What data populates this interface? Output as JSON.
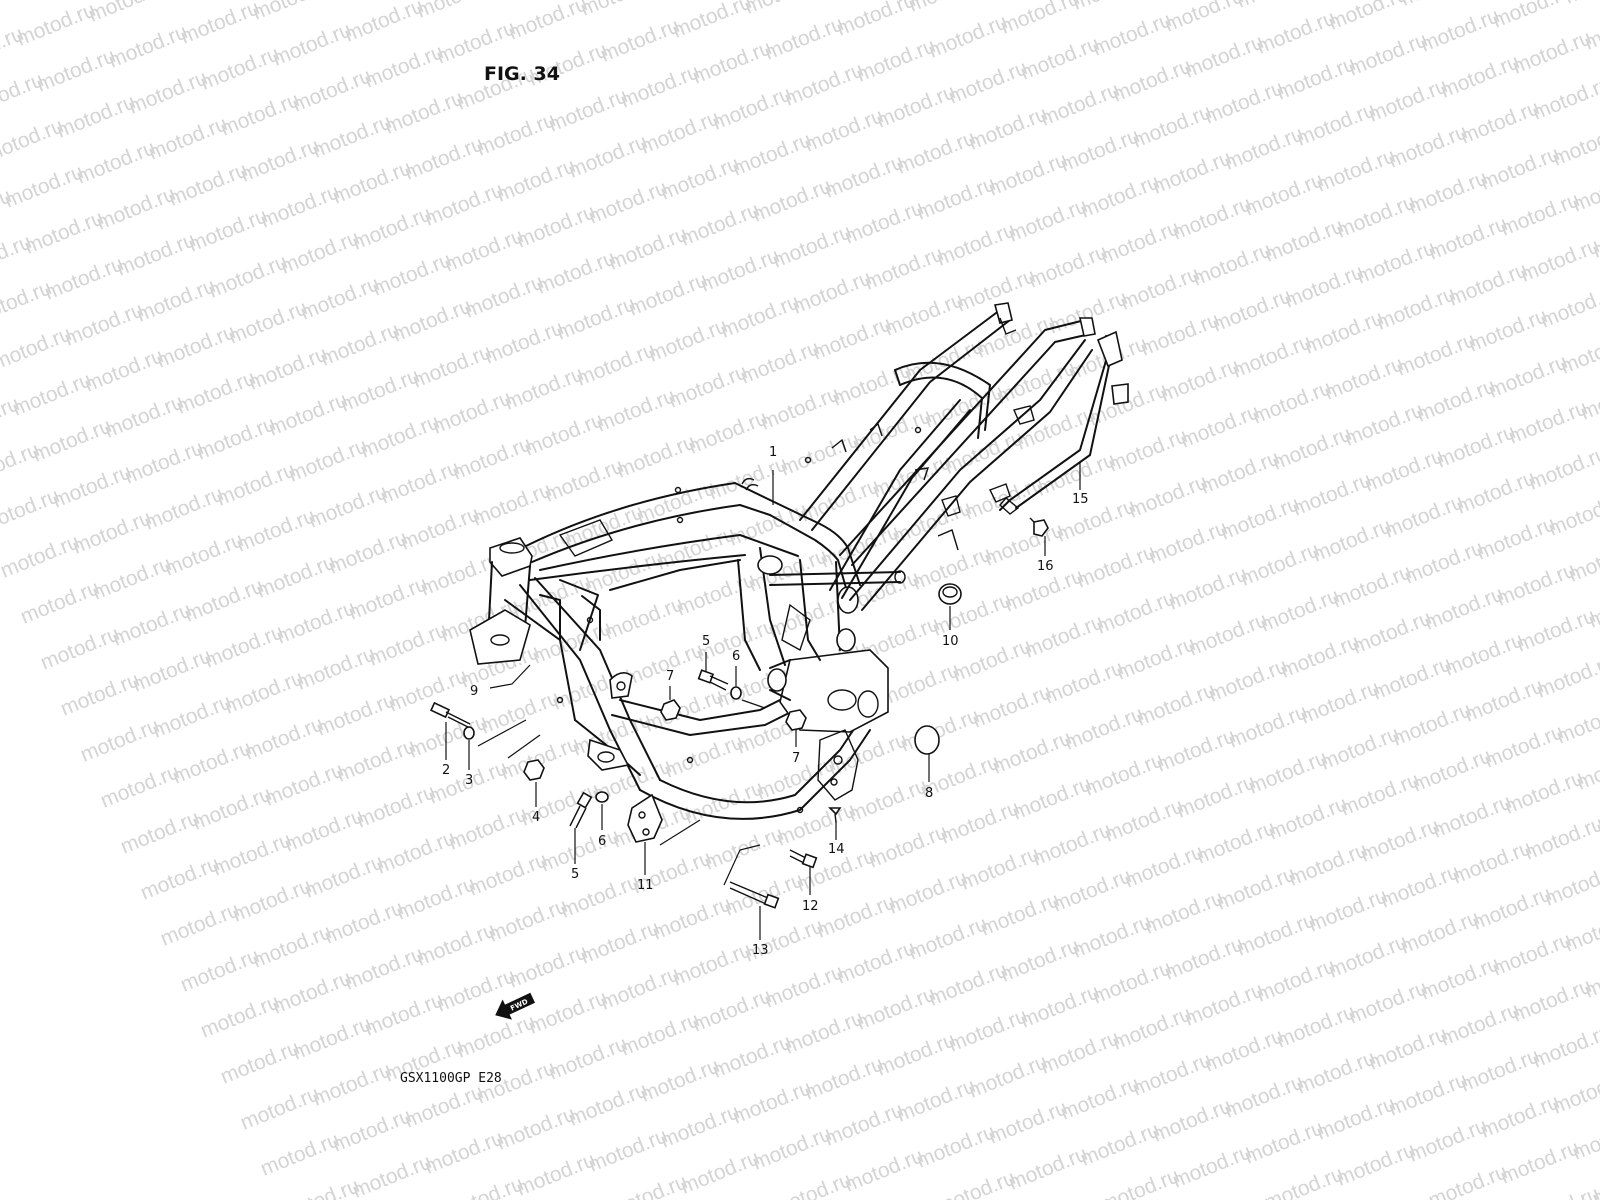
{
  "title": "FIG. 34",
  "model_code": "GSX1100GP  E28",
  "watermark": "motod.ru",
  "forward_label": "FWD",
  "callouts": [
    {
      "id": "c1",
      "label": "1"
    },
    {
      "id": "c2",
      "label": "2"
    },
    {
      "id": "c3",
      "label": "3"
    },
    {
      "id": "c4",
      "label": "4"
    },
    {
      "id": "c5a",
      "label": "5"
    },
    {
      "id": "c5b",
      "label": "5"
    },
    {
      "id": "c6a",
      "label": "6"
    },
    {
      "id": "c6b",
      "label": "6"
    },
    {
      "id": "c7a",
      "label": "7"
    },
    {
      "id": "c7b",
      "label": "7"
    },
    {
      "id": "c8",
      "label": "8"
    },
    {
      "id": "c9",
      "label": "9"
    },
    {
      "id": "c10",
      "label": "10"
    },
    {
      "id": "c11",
      "label": "11"
    },
    {
      "id": "c12",
      "label": "12"
    },
    {
      "id": "c13",
      "label": "13"
    },
    {
      "id": "c14",
      "label": "14"
    },
    {
      "id": "c15",
      "label": "15"
    },
    {
      "id": "c16",
      "label": "16"
    }
  ]
}
